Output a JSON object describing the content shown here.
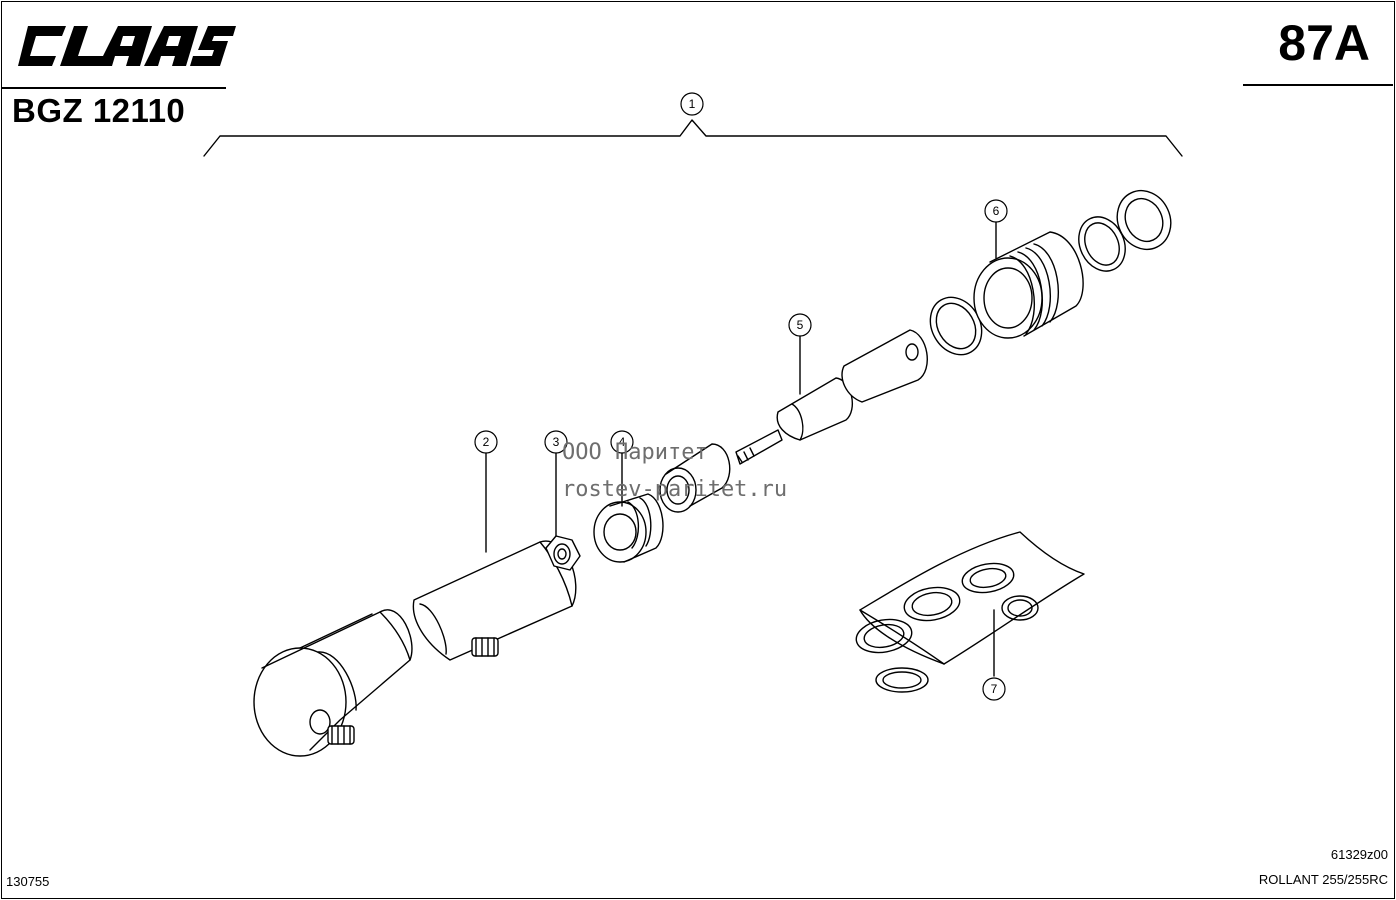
{
  "brand": "CLAAS",
  "header": {
    "group_code": "BGZ 12110",
    "page_number": "87A"
  },
  "callouts": [
    "1",
    "2",
    "3",
    "4",
    "5",
    "6",
    "7"
  ],
  "watermark": {
    "line1": "ООО Паритет",
    "line2": "rostev-paritet.ru"
  },
  "footer": {
    "doc_id": "130755",
    "drawing_code": "61329z00",
    "model": "ROLLANT 255/255RC"
  }
}
